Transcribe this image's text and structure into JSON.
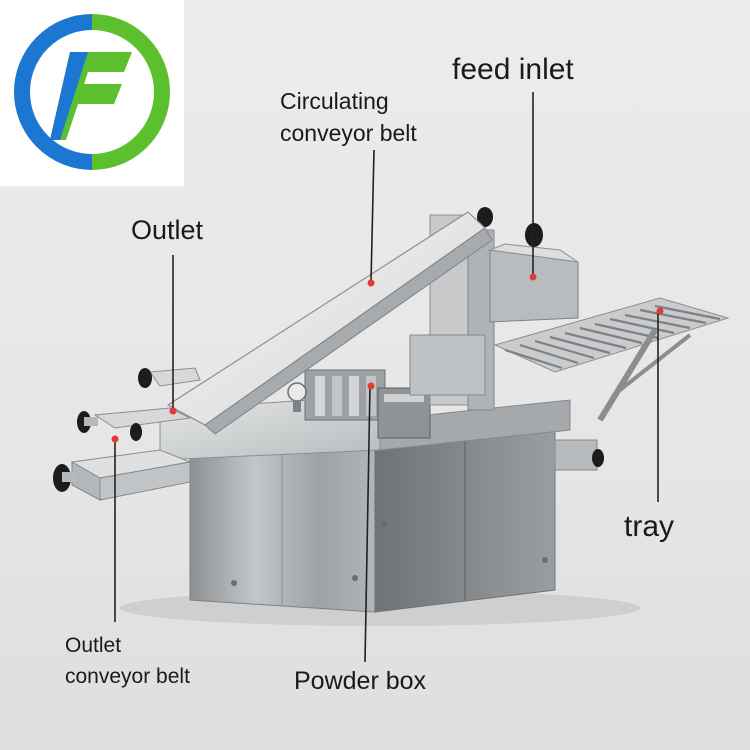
{
  "labels": {
    "feed_inlet": "feed inlet",
    "circulating_conveyor_belt": [
      "Circulating",
      "conveyor belt"
    ],
    "outlet": "Outlet",
    "tray": "tray",
    "outlet_conveyor_belt": [
      "Outlet",
      "conveyor belt"
    ],
    "powder_box": "Powder box"
  },
  "colors": {
    "logo_blue": "#1c77d3",
    "logo_green": "#5cbf2e",
    "marker_red": "#e53935",
    "steel": "#b9bcbe"
  }
}
